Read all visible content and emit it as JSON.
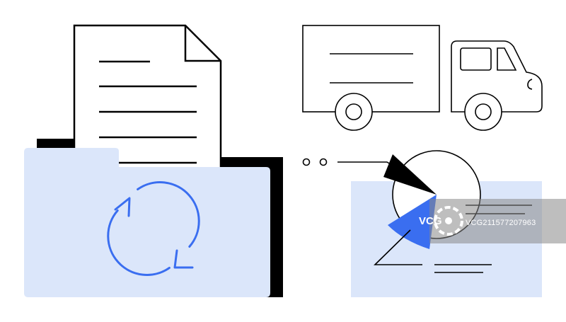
{
  "colors": {
    "stroke": "#000000",
    "folder_fill": "#dbe6fa",
    "accent_blue": "#3a6ef0",
    "watermark_band": "#888888"
  },
  "icons": {
    "document": "document-icon",
    "folder": "folder-icon",
    "sync": "sync-arrows-icon",
    "truck": "delivery-truck-icon",
    "pie_chart": "pie-chart-icon",
    "report": "report-panel"
  },
  "watermark": {
    "logo": "VCG",
    "id_text": "VCG211577207963"
  }
}
